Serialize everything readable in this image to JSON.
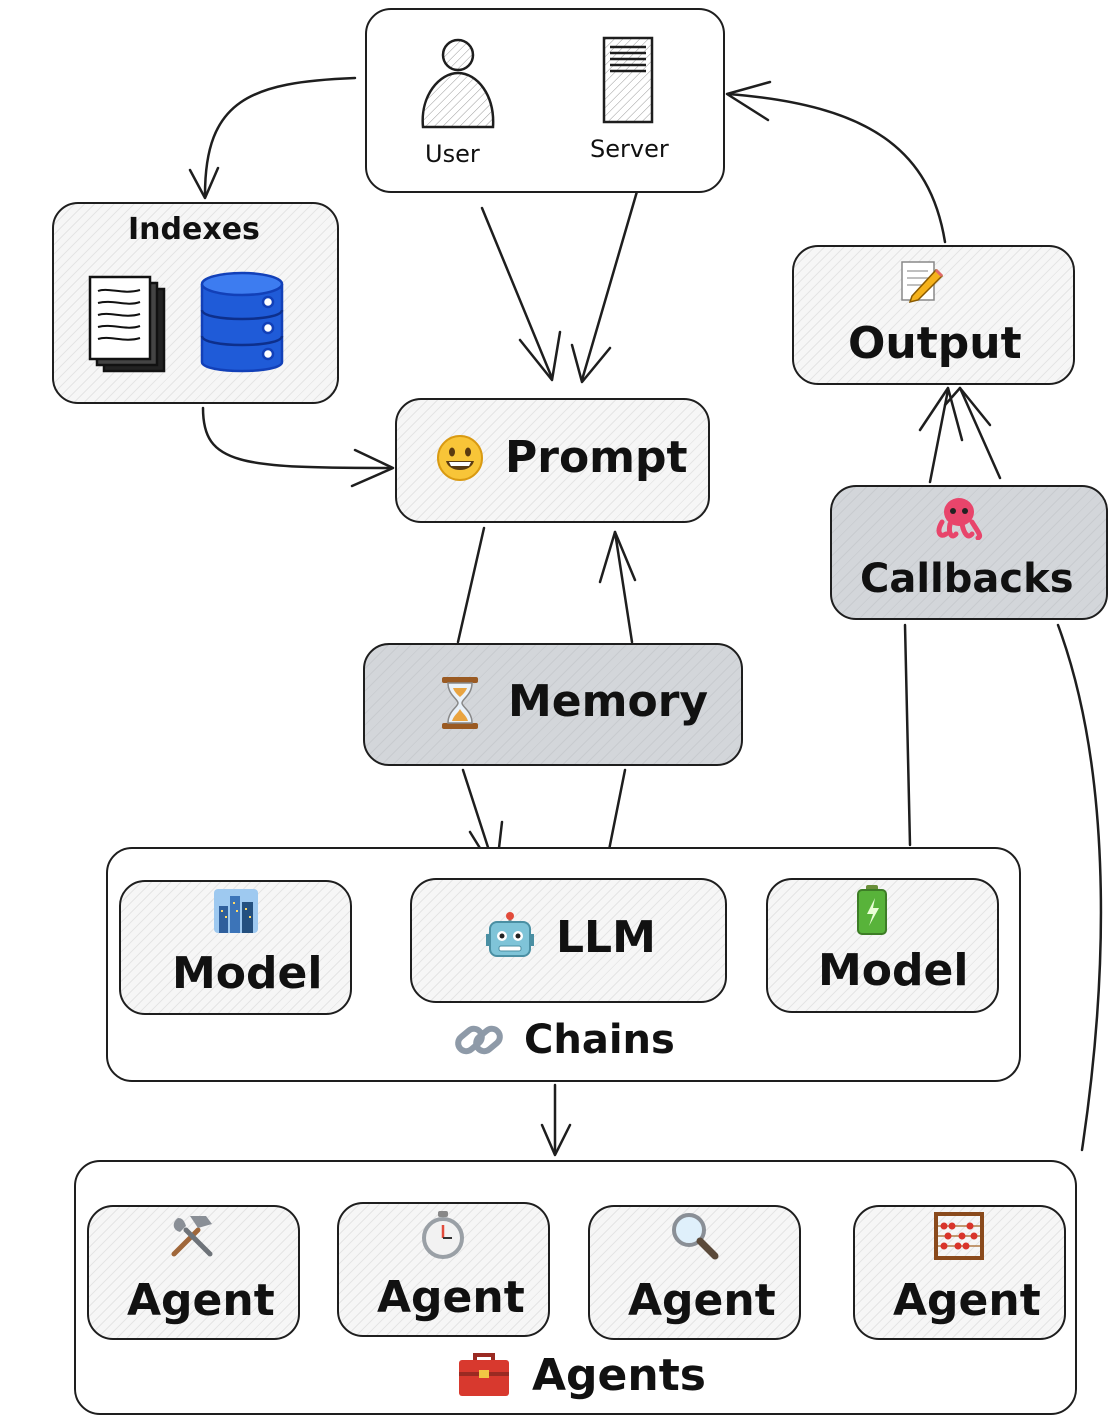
{
  "diagram": {
    "nodes": {
      "user": "User",
      "server": "Server",
      "indexes": "Indexes",
      "prompt": "Prompt",
      "output": "Output",
      "callbacks": "Callbacks",
      "memory": "Memory",
      "model_left": "Model",
      "llm": "LLM",
      "model_right": "Model",
      "chains": "Chains",
      "agent_1": "Agent",
      "agent_2": "Agent",
      "agent_3": "Agent",
      "agent_4": "Agent",
      "agents": "Agents"
    },
    "icons": {
      "user": "user-icon",
      "server": "server-icon",
      "documents": "documents-icon",
      "database": "database-icon",
      "prompt": "smiley-icon",
      "output": "pencil-memo-icon",
      "callbacks": "octopus-icon",
      "memory": "hourglass-icon",
      "model_left": "city-icon",
      "llm": "robot-icon",
      "model_right": "battery-icon",
      "chains": "link-icon",
      "agent_1": "tools-icon",
      "agent_2": "stopwatch-icon",
      "agent_3": "magnifier-icon",
      "agent_4": "abacus-icon",
      "agents": "toolbox-icon"
    },
    "colors": {
      "stroke": "#1e1e1e",
      "box_fill": "#f6f6f6",
      "grey_fill": "#d3d6da",
      "database_blue": "#1f5bd8"
    }
  }
}
